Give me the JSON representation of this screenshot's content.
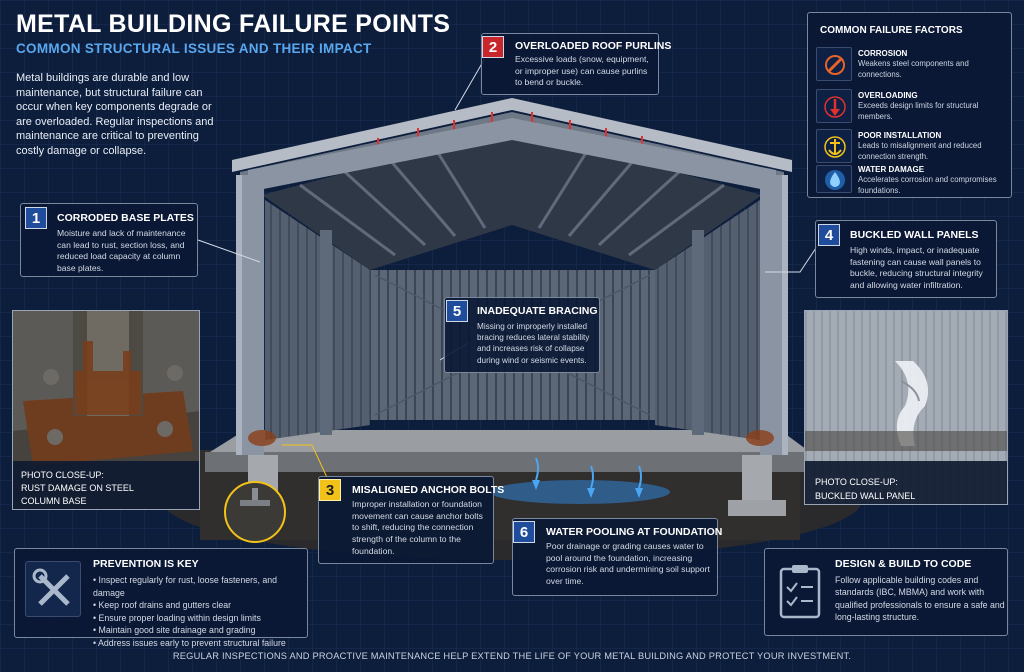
{
  "header": {
    "title": "METAL BUILDING FAILURE POINTS",
    "subtitle": "COMMON STRUCTURAL ISSUES AND THEIR IMPACT",
    "intro": "Metal buildings are durable and low maintenance, but structural failure can occur when key components degrade or are overloaded. Regular inspections and maintenance are critical to preventing costly damage or collapse."
  },
  "callouts": {
    "c1": {
      "num": "1",
      "title": "CORRODED BASE PLATES",
      "desc": "Moisture and lack of maintenance can lead to rust, section loss, and reduced load capacity at column base plates."
    },
    "c2": {
      "num": "2",
      "title": "OVERLOADED ROOF PURLINS",
      "desc": "Excessive loads (snow, equipment, or improper use) can cause purlins to bend or buckle."
    },
    "c3": {
      "num": "3",
      "title": "MISALIGNED ANCHOR BOLTS",
      "desc": "Improper installation or foundation movement can cause anchor bolts to shift, reducing the connection strength of the column to the foundation."
    },
    "c4": {
      "num": "4",
      "title": "BUCKLED WALL PANELS",
      "desc": "High winds, impact, or inadequate fastening can cause wall panels to buckle, reducing structural integrity and allowing water infiltration."
    },
    "c5": {
      "num": "5",
      "title": "INADEQUATE BRACING",
      "desc": "Missing or improperly installed bracing reduces lateral stability and increases risk of collapse during wind or seismic events."
    },
    "c6": {
      "num": "6",
      "title": "WATER POOLING AT FOUNDATION",
      "desc": "Poor drainage or grading causes water to pool around the foundation, increasing corrosion risk and undermining soil support over time."
    }
  },
  "photos": {
    "left_caption_1": "PHOTO CLOSE-UP:",
    "left_caption_2": "RUST DAMAGE ON STEEL",
    "left_caption_3": "COLUMN BASE",
    "right_caption_1": "PHOTO CLOSE-UP:",
    "right_caption_2": "BUCKLED WALL PANEL"
  },
  "factors": {
    "title": "COMMON FAILURE FACTORS",
    "items": [
      {
        "title": "CORROSION",
        "desc": "Weakens steel components and connections.",
        "icon": "wrench-corrosion-icon",
        "color": "#e8632a"
      },
      {
        "title": "OVERLOADING",
        "desc": "Exceeds design limits for structural members.",
        "icon": "down-arrow-icon",
        "color": "#e0312e"
      },
      {
        "title": "POOR INSTALLATION",
        "desc": "Leads to misalignment and reduced connection strength.",
        "icon": "anchor-icon",
        "color": "#f2c21b"
      },
      {
        "title": "WATER DAMAGE",
        "desc": "Accelerates corrosion and compromises foundations.",
        "icon": "water-drop-icon",
        "color": "#3da0ea"
      }
    ]
  },
  "prevention": {
    "title": "PREVENTION IS KEY",
    "items": [
      "Inspect regularly for rust, loose fasteners, and damage",
      "Keep roof drains and gutters clear",
      "Ensure proper loading within design limits",
      "Maintain good site drainage and grading",
      "Address issues early to prevent structural failure"
    ]
  },
  "code": {
    "title": "DESIGN & BUILD TO CODE",
    "desc": "Follow applicable building codes and standards (IBC, MBMA) and work with qualified professionals to ensure a safe and long-lasting structure."
  },
  "footer": "REGULAR INSPECTIONS AND PROACTIVE MAINTENANCE HELP EXTEND THE LIFE OF YOUR METAL BUILDING AND PROTECT YOUR INVESTMENT."
}
